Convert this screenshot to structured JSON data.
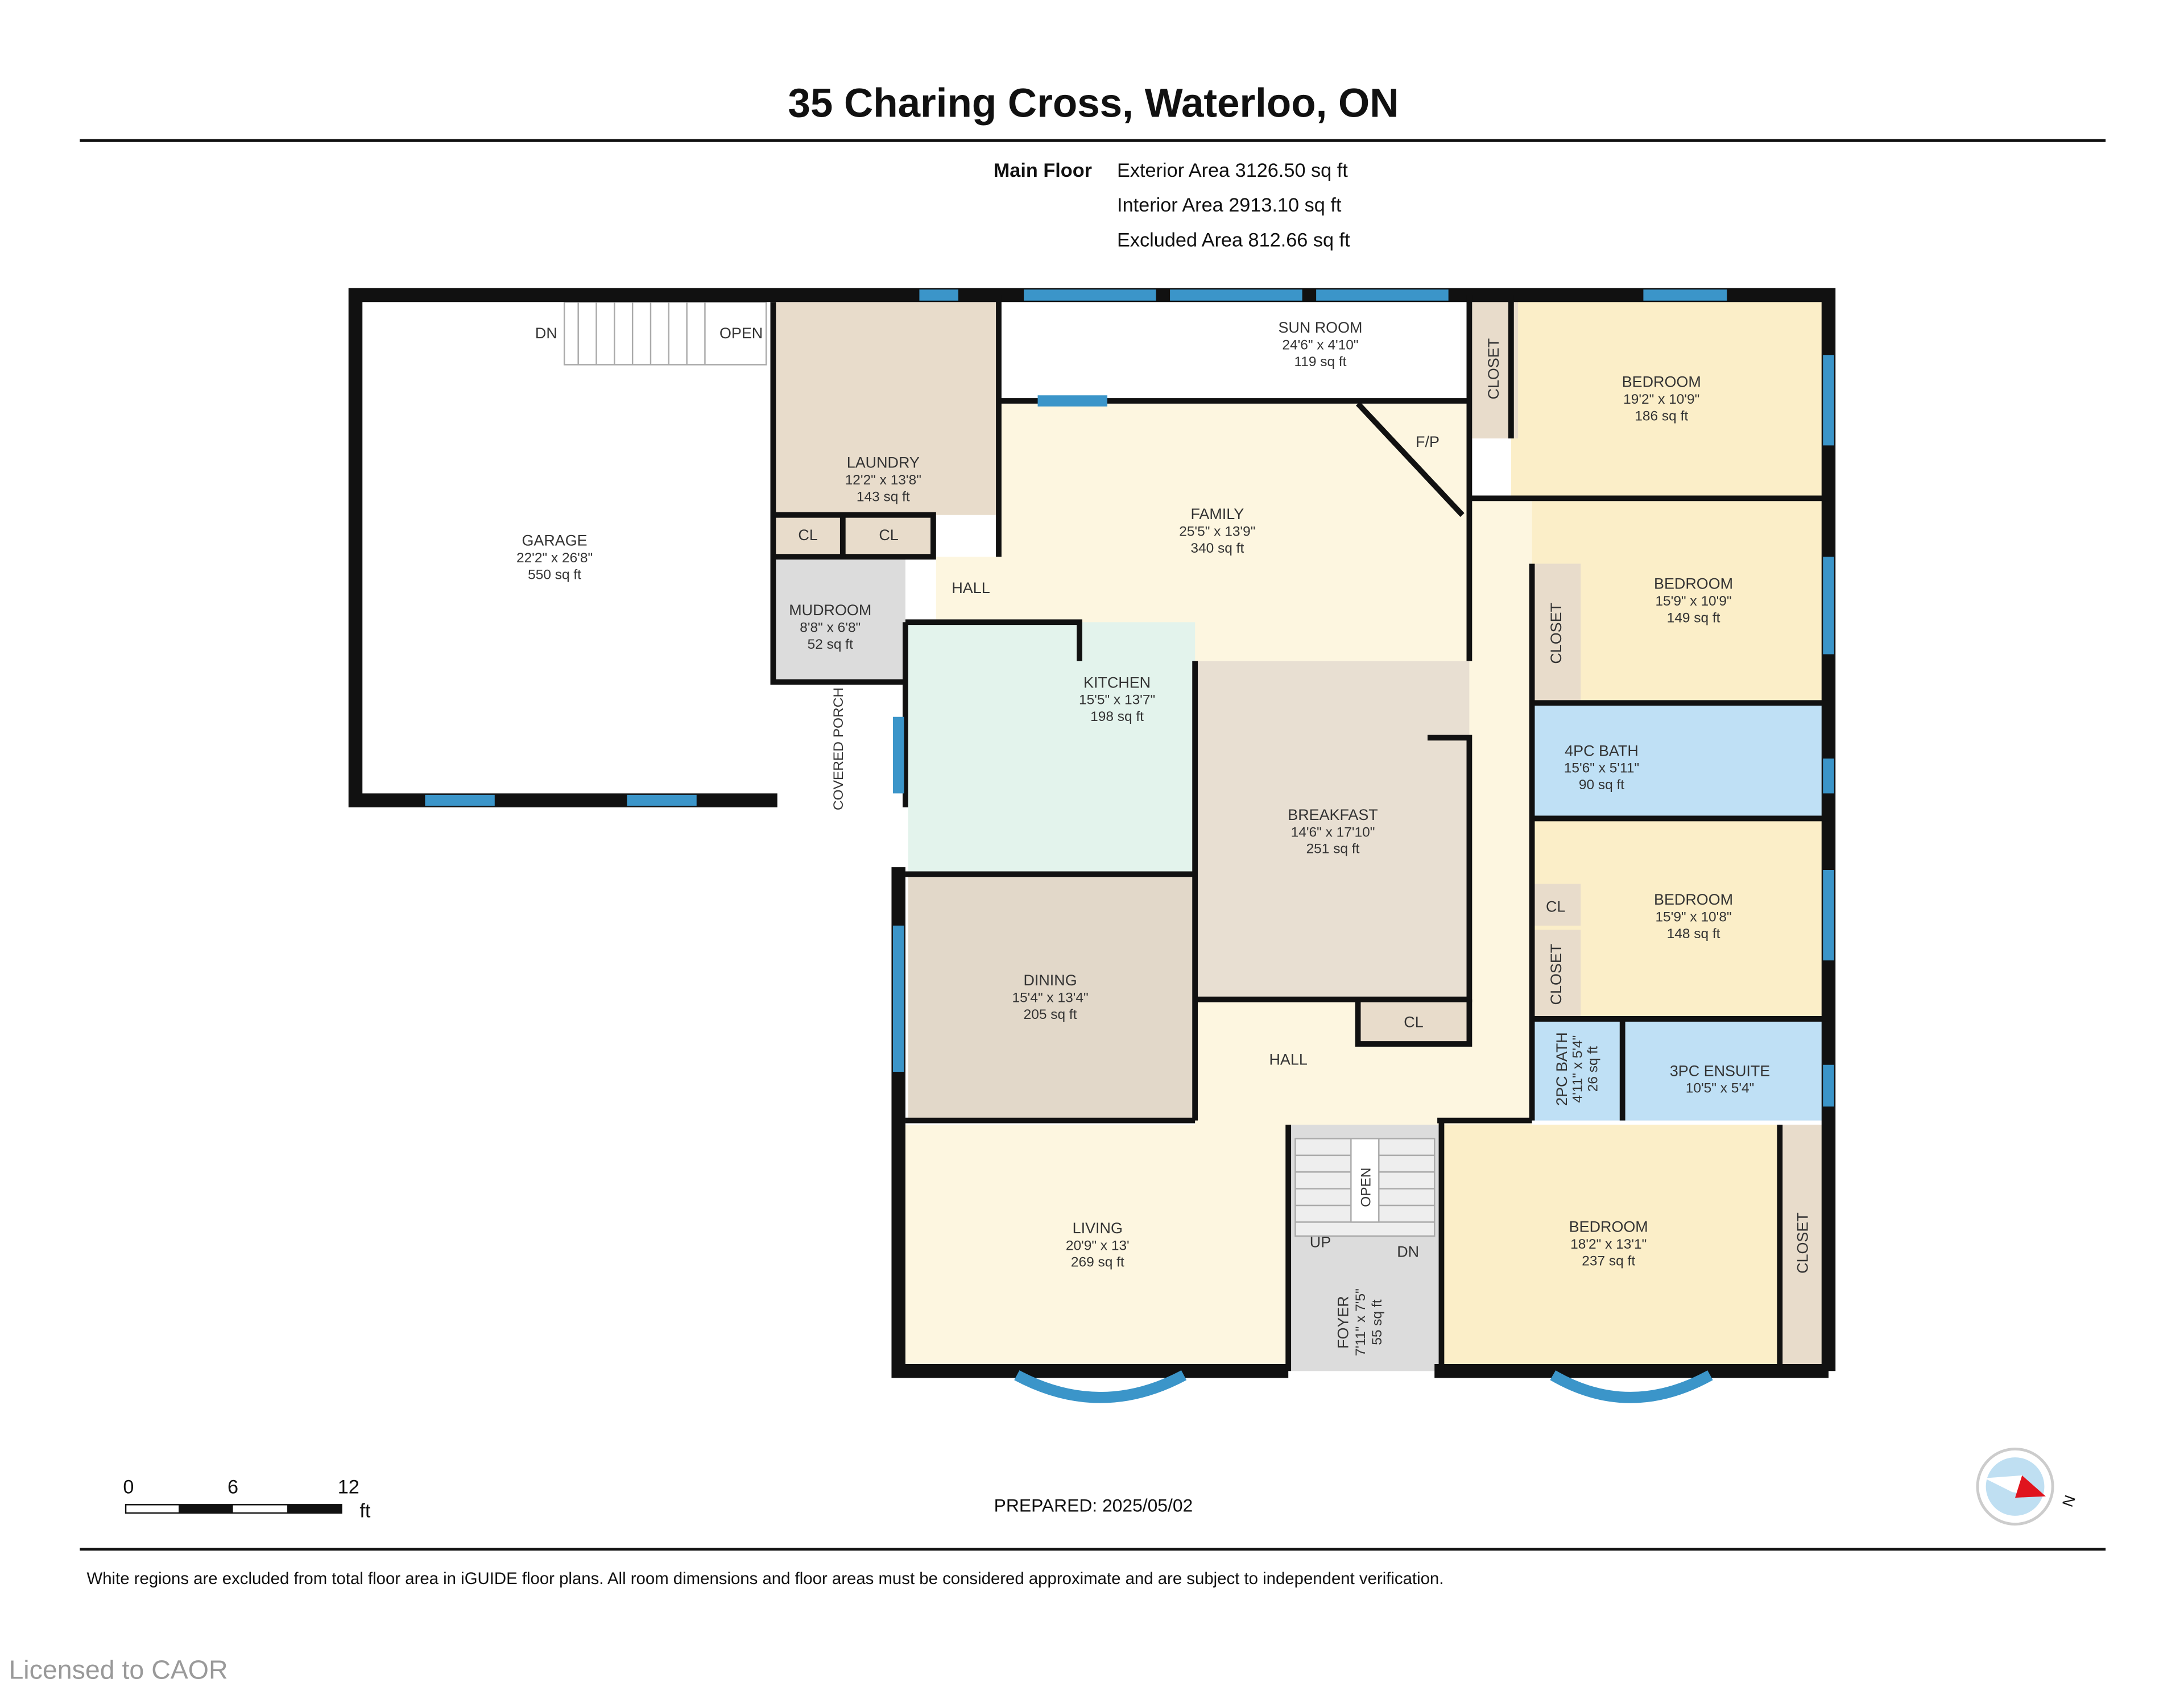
{
  "header": {
    "title": "35 Charing Cross, Waterloo, ON",
    "floor_label": "Main Floor",
    "exterior_area": "Exterior Area 3126.50 sq ft",
    "interior_area": "Interior Area 2913.10 sq ft",
    "excluded_area": "Excluded Area 812.66 sq ft"
  },
  "rooms": [
    {
      "name": "GARAGE",
      "dims": "22'2\" x 26'8\"",
      "area": "550 sq ft"
    },
    {
      "name": "LAUNDRY",
      "dims": "12'2\" x 13'8\"",
      "area": "143 sq ft"
    },
    {
      "name": "MUDROOM",
      "dims": "8'8\" x 6'8\"",
      "area": "52 sq ft"
    },
    {
      "name": "SUN ROOM",
      "dims": "24'6\" x 4'10\"",
      "area": "119 sq ft"
    },
    {
      "name": "FAMILY",
      "dims": "25'5\" x 13'9\"",
      "area": "340 sq ft"
    },
    {
      "name": "KITCHEN",
      "dims": "15'5\" x 13'7\"",
      "area": "198 sq ft"
    },
    {
      "name": "BREAKFAST",
      "dims": "14'6\" x 17'10\"",
      "area": "251 sq ft"
    },
    {
      "name": "DINING",
      "dims": "15'4\" x 13'4\"",
      "area": "205 sq ft"
    },
    {
      "name": "LIVING",
      "dims": "20'9\" x 13'",
      "area": "269 sq ft"
    },
    {
      "name": "FOYER",
      "dims": "7'11\" x 7'5\"",
      "area": "55 sq ft"
    },
    {
      "name": "BEDROOM",
      "dims": "19'2\" x 10'9\"",
      "area": "186 sq ft"
    },
    {
      "name": "BEDROOM",
      "dims": "15'9\" x 10'9\"",
      "area": "149 sq ft"
    },
    {
      "name": "4PC BATH",
      "dims": "15'6\" x 5'11\"",
      "area": "90 sq ft"
    },
    {
      "name": "BEDROOM",
      "dims": "15'9\" x 10'8\"",
      "area": "148 sq ft"
    },
    {
      "name": "2PC BATH",
      "dims": "4'11\" x 5'4\"",
      "area": "26 sq ft"
    },
    {
      "name": "3PC ENSUITE",
      "dims": "10'5\" x 5'4\"",
      "area": ""
    },
    {
      "name": "BEDROOM",
      "dims": "18'2\" x 13'1\"",
      "area": "237 sq ft"
    }
  ],
  "labels": {
    "cl": "CL",
    "closet": "CLOSET",
    "hall": "HALL",
    "fp": "F/P",
    "covered_porch": "COVERED PORCH",
    "dn": "DN",
    "up": "UP",
    "open": "OPEN"
  },
  "scale_bar": {
    "ticks": [
      "0",
      "6",
      "12"
    ],
    "unit": "ft"
  },
  "prepared": "PREPARED: 2025/05/02",
  "compass": {
    "letter": "N",
    "needle_color": "#e0141e"
  },
  "disclaimer": "White regions are excluded from total floor area in iGUIDE floor plans. All room dimensions and floor areas must be considered approximate and are subject to independent verification.",
  "watermark": "Licensed to CAOR",
  "colors": {
    "wall": "#111111",
    "window": "#3b95c9",
    "bedroom": "#fbeec8",
    "living": "#fdf6e0",
    "bath": "#bfe0f5",
    "kitchen": "#e3f3ec",
    "utility": "#e8dccb",
    "foyer": "#dcdcdc"
  }
}
